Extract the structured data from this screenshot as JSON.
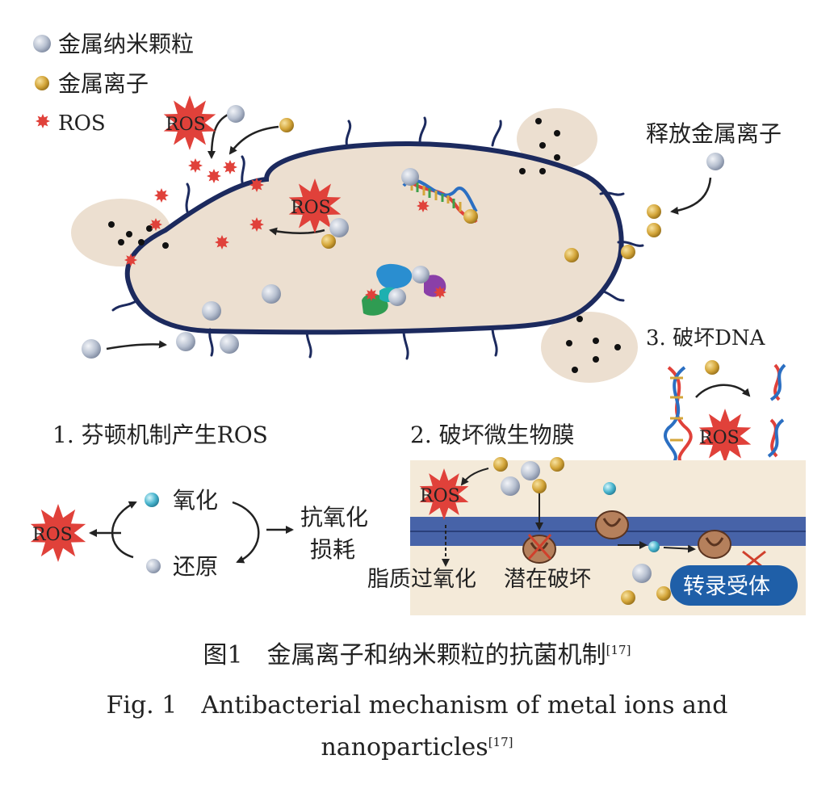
{
  "legend": {
    "items": [
      {
        "label": "金属纳米颗粒",
        "icon": "metal-nanoparticle-icon",
        "color": "#b7c0d0"
      },
      {
        "label": "金属离子",
        "icon": "metal-ion-icon",
        "color": "#d4a63a"
      },
      {
        "label": "ROS",
        "icon": "ros-icon",
        "color": "#e0413a"
      }
    ]
  },
  "diagram": {
    "ros_label": "ROS",
    "release_ions": "释放金属离子",
    "mech3": "3. 破坏DNA",
    "mech1": "1. 芬顿机制产生ROS",
    "mech2": "2. 破坏微生物膜",
    "oxidation": "氧化",
    "reduction": "还原",
    "antioxidant_line1": "抗氧化",
    "antioxidant_line2": "损耗",
    "lipid_peroxidation": "脂质过氧化",
    "potential_damage": "潜在破坏",
    "transcription_receptor": "转录受体"
  },
  "caption": {
    "cn_title": "图1　金属离子和纳米颗粒的抗菌机制",
    "cn_ref": "[17]",
    "en_line1": "Fig. 1　Antibacterial mechanism of metal ions and",
    "en_line2": "nanoparticles",
    "en_ref": "[17]"
  },
  "colors": {
    "cell_fill": "#ecdfd0",
    "cell_outline": "#1c2a5e",
    "ros": "#e0413a",
    "nanoparticle": "#b7c0d0",
    "metal_ion": "#d4a63a",
    "receptor": "#1f5fa8",
    "membrane": "#4763a8"
  }
}
